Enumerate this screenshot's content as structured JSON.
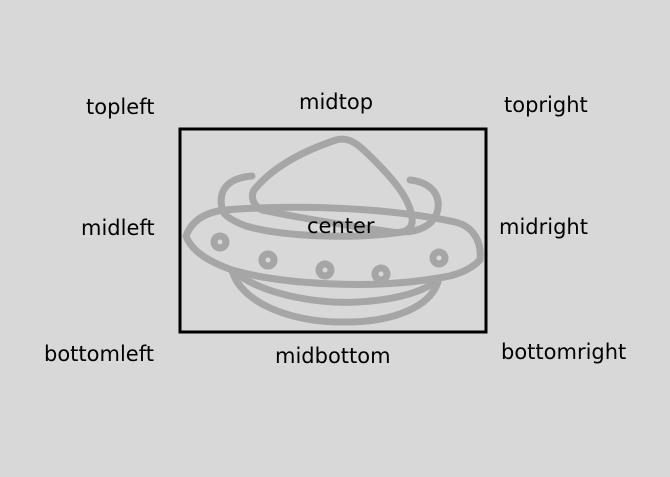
{
  "labels": {
    "topleft": "topleft",
    "midtop": "midtop",
    "topright": "topright",
    "midleft": "midleft",
    "center": "center",
    "midright": "midright",
    "bottomleft": "bottomleft",
    "midbottom": "midbottom",
    "bottomright": "bottomright"
  },
  "sprite": {
    "icon": "ufo-icon",
    "sprite_color": "#a6a6a6",
    "rect_color": "#000000"
  },
  "colors": {
    "background": "#d8d8d8",
    "text": "#000000"
  }
}
